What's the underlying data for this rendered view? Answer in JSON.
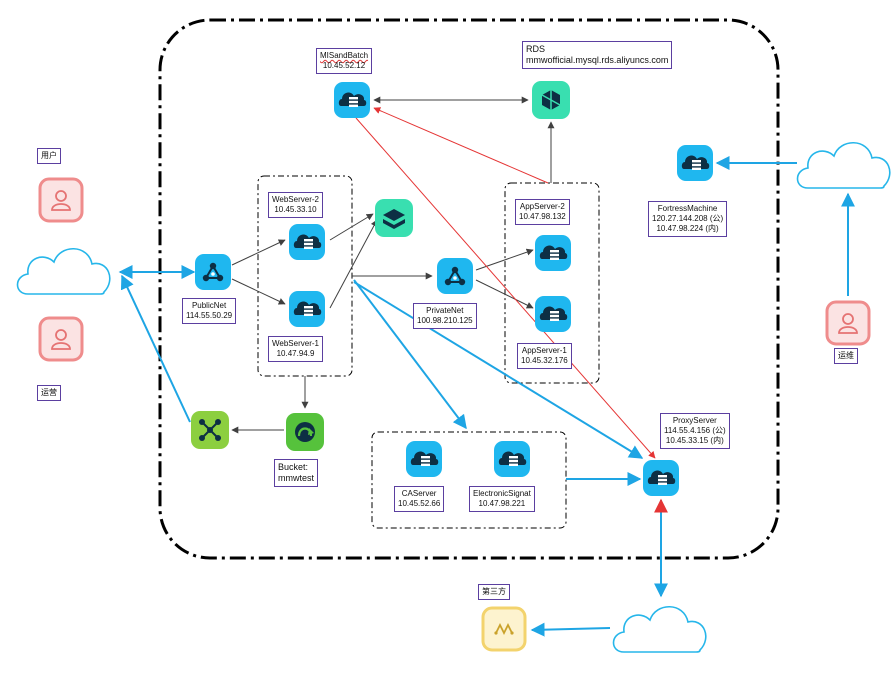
{
  "colors": {
    "server_blue": "#1fb7ef",
    "rds_green": "#39dfb0",
    "bucket_green": "#56c23c",
    "nat_green": "#8ccf40",
    "user_pink": "#ef8c8c",
    "third_party_yellow": "#f3d36d",
    "link_blue": "#1ea5e4",
    "link_red": "#e53535",
    "link_dark": "#404040",
    "label_border": "#5b3fa0"
  },
  "labels": {
    "user": "用户",
    "ops_left": "运营",
    "ops_right": "运维",
    "third_party": "第三方",
    "public_net": {
      "name": "PublicNet",
      "ip": "114.55.50.29"
    },
    "web_server_2": {
      "name": "WebServer-2",
      "ip": "10.45.33.10"
    },
    "web_server_1": {
      "name": "WebServer-1",
      "ip": "10.47.94.9"
    },
    "bucket": {
      "line1": "Bucket:",
      "line2": "mmwtest"
    },
    "mi_sand_batch": {
      "name": "MISandBatch",
      "ip": "10.45.52.12"
    },
    "rds": {
      "name": "RDS",
      "host": "mmwofficial.mysql.rds.aliyuncs.com"
    },
    "private_net": {
      "name": "PrivateNet",
      "ip": "100.98.210.125"
    },
    "app_server_2": {
      "name": "AppServer-2",
      "ip": "10.47.98.132"
    },
    "app_server_1": {
      "name": "AppServer-1",
      "ip": "10.45.32.176"
    },
    "fortress": {
      "name": "FortressMachine",
      "ip_public": "120.27.144.208 (公)",
      "ip_private": "10.47.98.224 (内)"
    },
    "proxy": {
      "name": "ProxyServer",
      "ip_public": "114.55.4.156 (公)",
      "ip_private": "10.45.33.15 (内)"
    },
    "ca_server": {
      "name": "CAServer",
      "ip": "10.45.52.66"
    },
    "electronic_signat": {
      "name": "ElectronicSignat",
      "ip": "10.47.98.221"
    }
  },
  "icons": {
    "user": "user-icon",
    "ops_left": "user-icon",
    "ops_right": "user-icon",
    "cloud": "cloud-icon",
    "server": "server-icon",
    "public_net": "network-hub-icon",
    "private_net": "network-hub-icon",
    "rds": "database-icon",
    "web_layer": "layers-icon",
    "bucket": "bucket-icon",
    "nat": "nat-gateway-icon",
    "third_party": "third-party-icon"
  }
}
